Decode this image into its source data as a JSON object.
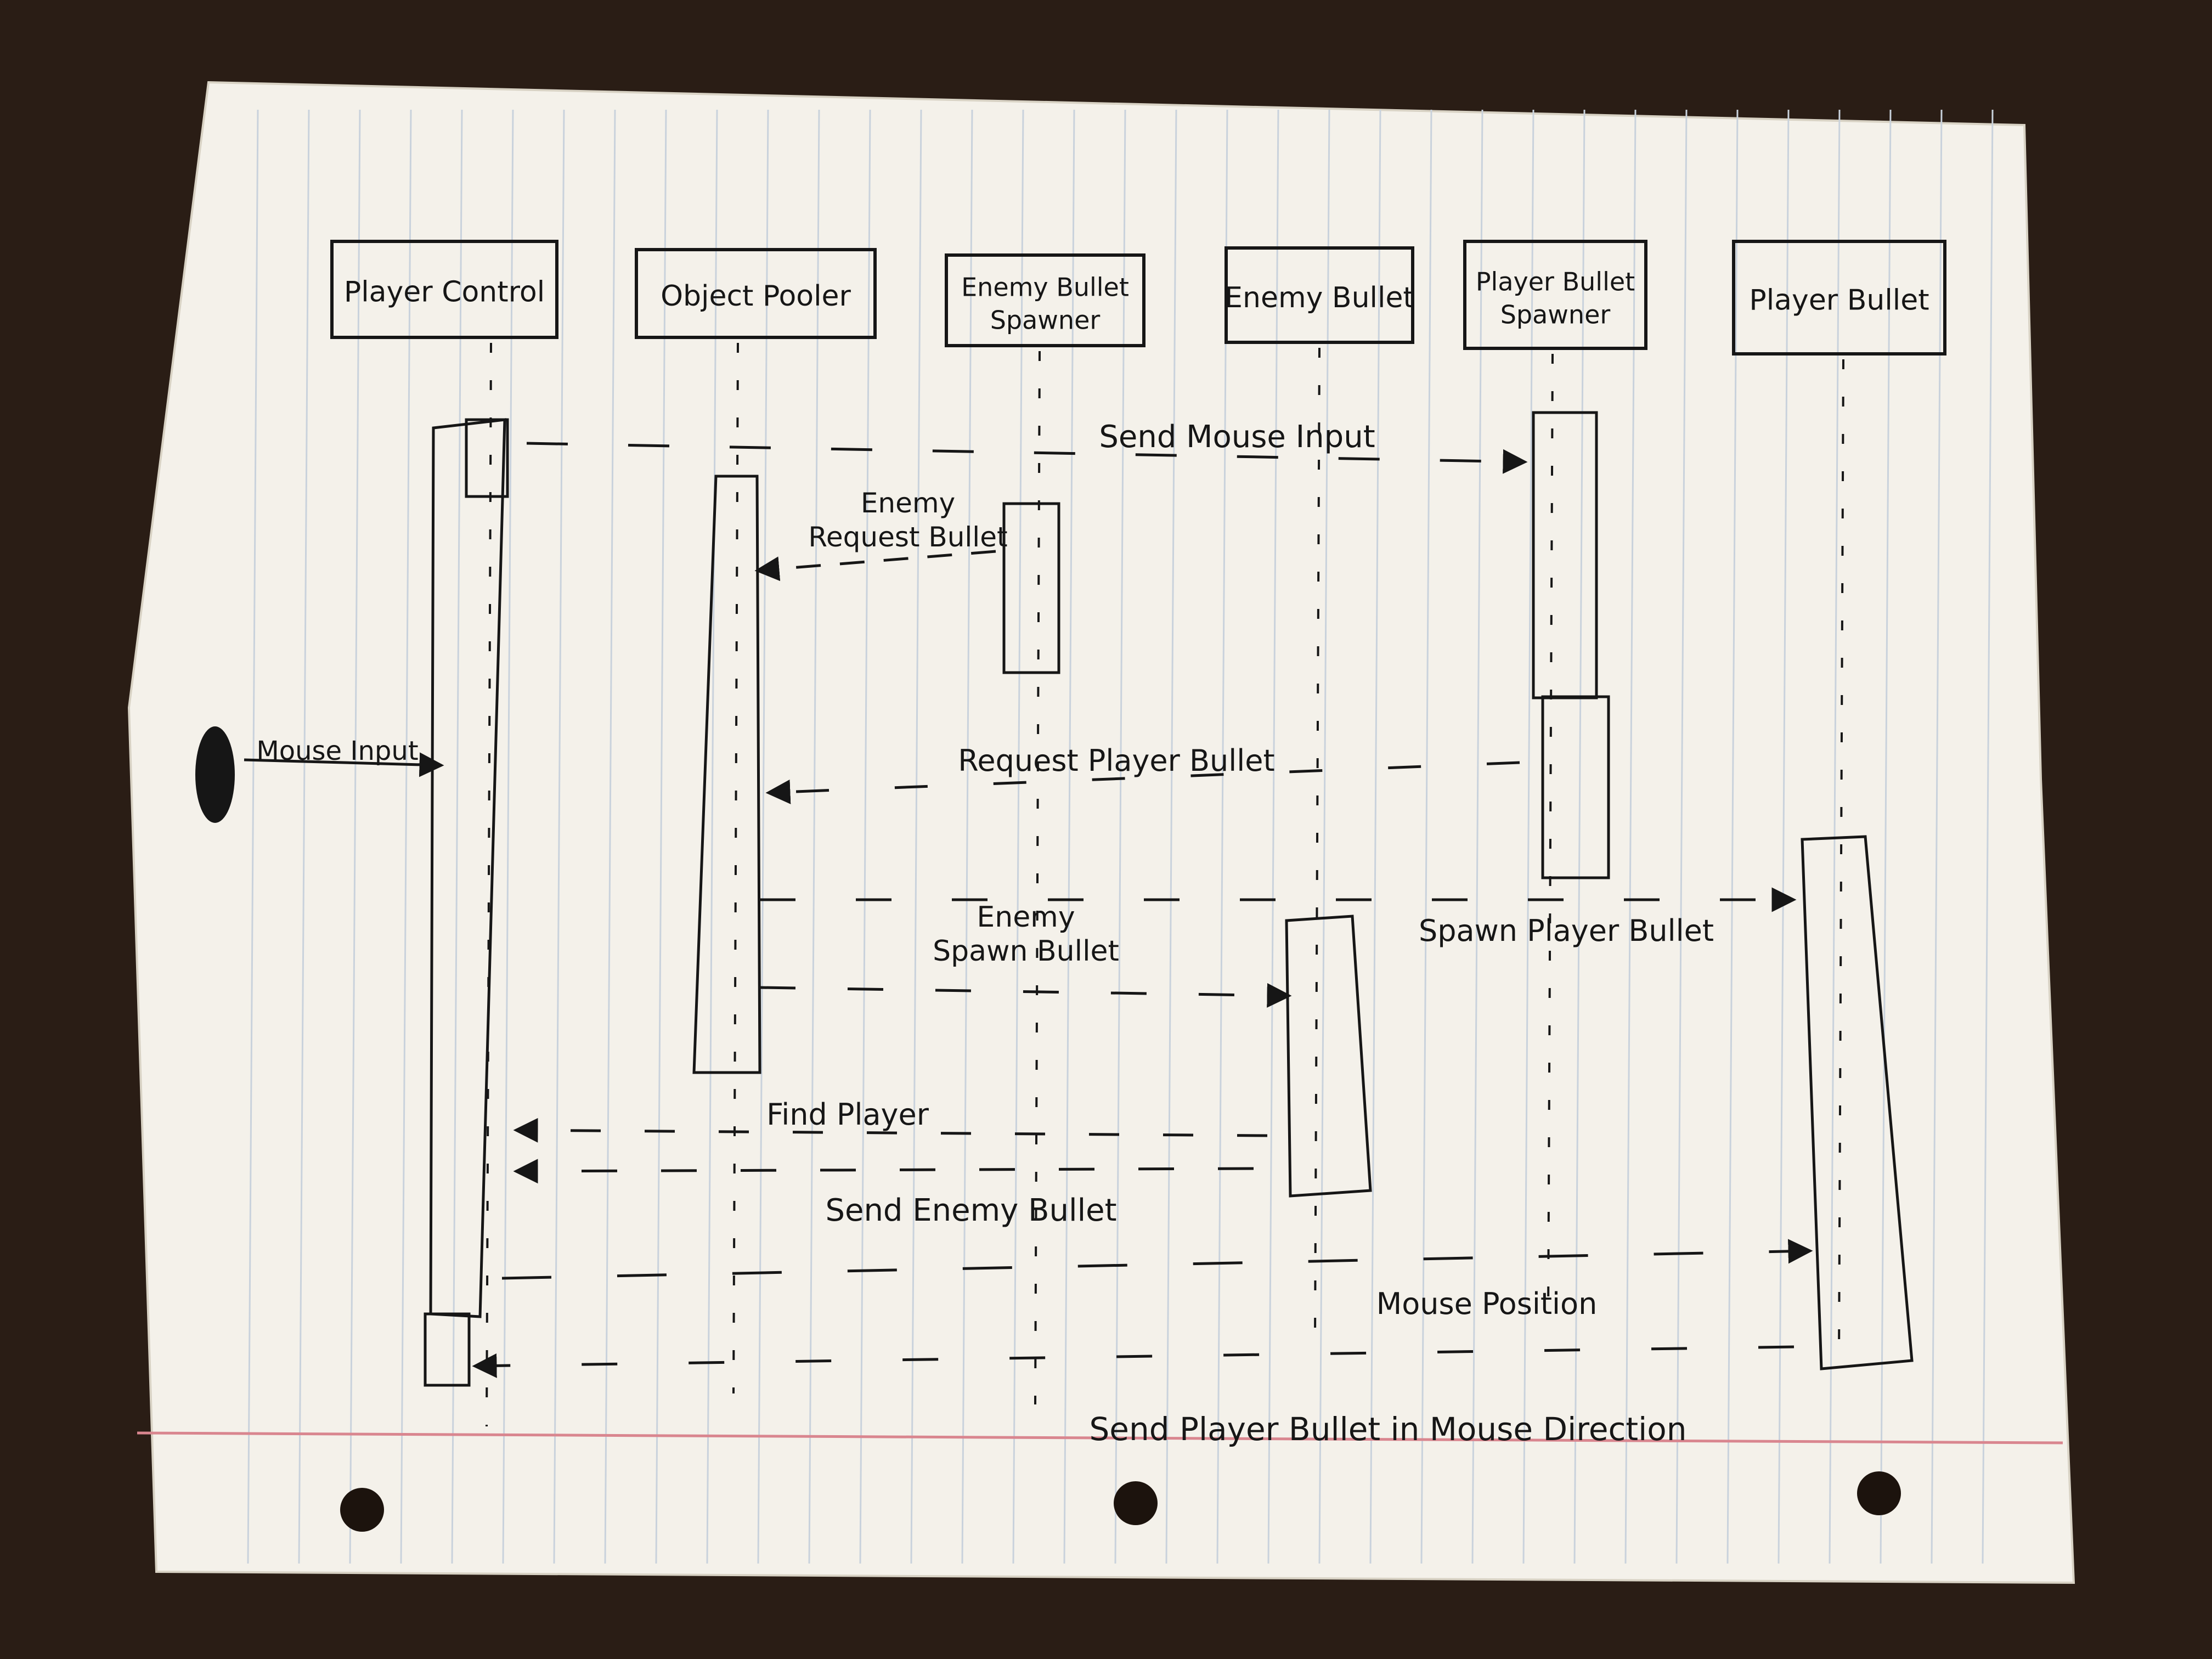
{
  "participants": [
    {
      "id": "player_control",
      "lines": [
        "Player Control"
      ]
    },
    {
      "id": "object_pooler",
      "lines": [
        "Object Pooler"
      ]
    },
    {
      "id": "enemy_bullet_spawner",
      "lines": [
        "Enemy Bullet",
        "Spawner"
      ]
    },
    {
      "id": "enemy_bullet",
      "lines": [
        "Enemy Bullet"
      ]
    },
    {
      "id": "player_bullet_spawner",
      "lines": [
        "Player Bullet",
        "Spawner"
      ]
    },
    {
      "id": "player_bullet",
      "lines": [
        "Player Bullet"
      ]
    }
  ],
  "messages": [
    {
      "id": "send-mouse-input",
      "lines": [
        "Send Mouse Input"
      ],
      "from": "player_control",
      "to": "player_bullet_spawner"
    },
    {
      "id": "request-enemy-bullet",
      "lines": [
        "Enemy",
        "Request Bullet"
      ],
      "from": "enemy_bullet_spawner",
      "to": "object_pooler"
    },
    {
      "id": "mouse-input",
      "lines": [
        "Mouse Input"
      ],
      "from": "external",
      "to": "player_control"
    },
    {
      "id": "request-player-bullet",
      "lines": [
        "Request Player Bullet"
      ],
      "from": "player_bullet_spawner",
      "to": "object_pooler"
    },
    {
      "id": "spawn-player-bullet",
      "lines": [
        "Spawn Player Bullet"
      ],
      "from": "object_pooler",
      "to": "player_bullet"
    },
    {
      "id": "spawn-enemy-bullet",
      "lines": [
        "Enemy",
        "Spawn Bullet"
      ],
      "from": "object_pooler",
      "to": "enemy_bullet"
    },
    {
      "id": "find-player",
      "lines": [
        "Find Player"
      ],
      "from": "enemy_bullet",
      "to": "player_control"
    },
    {
      "id": "send-enemy-bullet",
      "lines": [
        "Send Enemy Bullet"
      ],
      "from": "enemy_bullet",
      "to": "player_control"
    },
    {
      "id": "mouse-position",
      "lines": [
        "Mouse Position"
      ],
      "from": "player_control",
      "to": "player_bullet"
    },
    {
      "id": "send-player-bullet",
      "lines": [
        "Send Player Bullet in Mouse Direction"
      ],
      "from": "player_bullet",
      "to": "player_control"
    }
  ],
  "colors": {
    "desk": "#2a1d15",
    "paper": "#f4f1ea",
    "ink": "#161616",
    "margin_line": "#d9868f",
    "rule_line": "#c9d2dc"
  }
}
